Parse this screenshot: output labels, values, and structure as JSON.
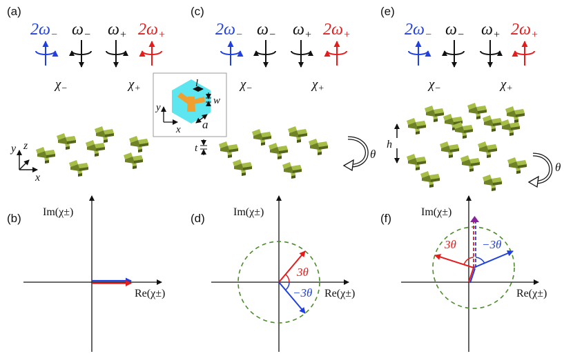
{
  "colors": {
    "blue": "#1f3fe0",
    "red": "#e41c1c",
    "black": "#111111",
    "olive": "#8da33d",
    "olive_dark": "#5b6b1c",
    "green_dash": "#4a8c2a",
    "cyan": "#5ee6f0",
    "orange": "#f0a030"
  },
  "panels": {
    "a": {
      "label": "(a)"
    },
    "b": {
      "label": "(b)",
      "xlabel": "Re(χ±)",
      "ylabel": "Im(χ±)"
    },
    "c": {
      "label": "(c)"
    },
    "d": {
      "label": "(d)",
      "xlabel": "Re(χ±)",
      "ylabel": "Im(χ±)",
      "pos_angle": "3θ",
      "neg_angle": "−3θ"
    },
    "e": {
      "label": "(e)"
    },
    "f": {
      "label": "(f)",
      "xlabel": "Re(χ±)",
      "ylabel": "Im(χ±)",
      "pos_angle": "3θ",
      "neg_angle": "−3θ"
    }
  },
  "beams": {
    "w_minus_2_base": "2ω",
    "w_minus_base": "ω",
    "w_plus_base": "ω",
    "w_plus_2_base": "2ω",
    "sub_minus": "−",
    "sub_plus": "+"
  },
  "chi": {
    "minus_base": "χ",
    "minus_sub": "−",
    "plus_base": "χ",
    "plus_sub": "+"
  },
  "inset": {
    "l": "l",
    "w": "w",
    "a": "a",
    "y": "y",
    "x": "x"
  },
  "axes3d": {
    "x": "x",
    "y": "y",
    "z": "z"
  },
  "dims": {
    "t": "t",
    "h": "h",
    "theta": "θ"
  }
}
